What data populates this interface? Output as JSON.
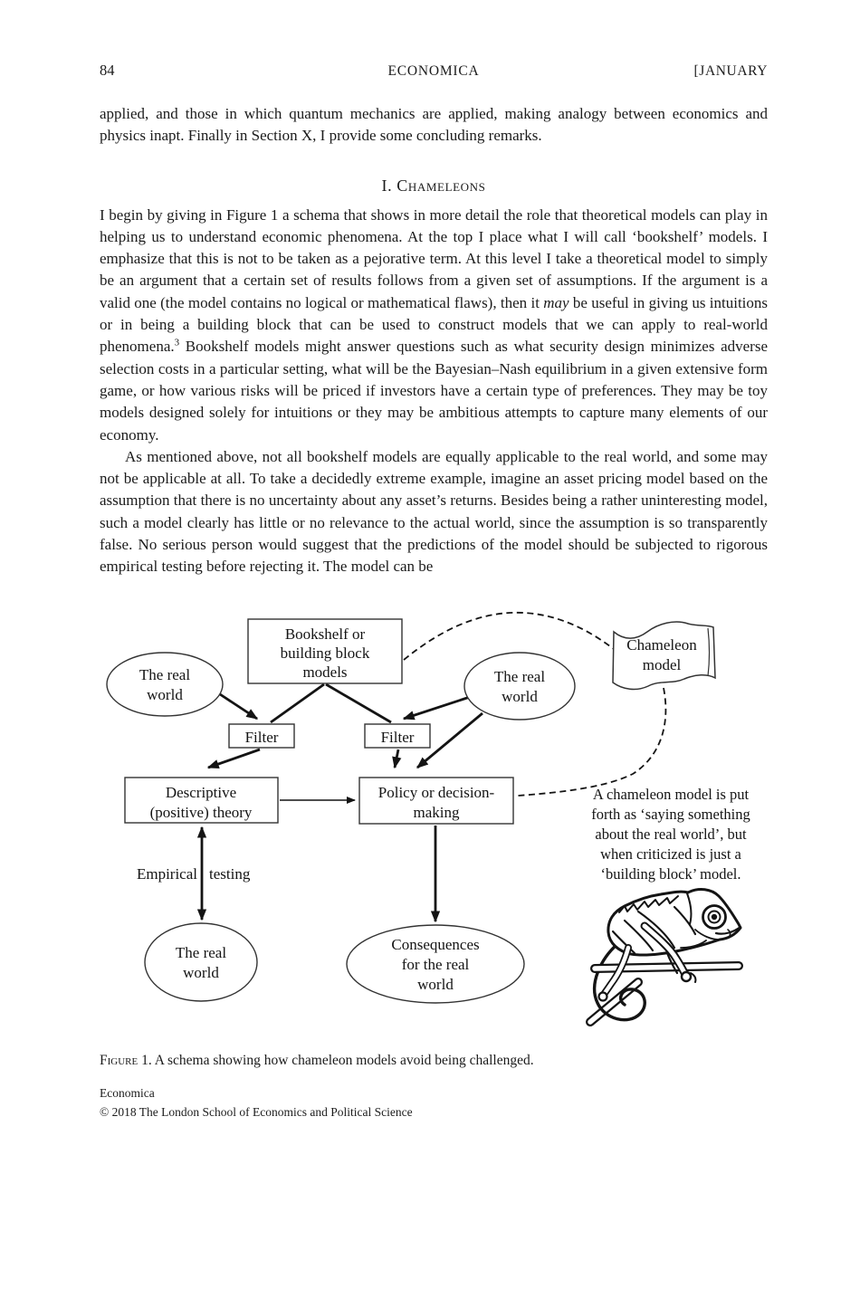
{
  "header": {
    "page_number": "84",
    "journal_name": "ECONOMICA",
    "issue_label": "[JANUARY"
  },
  "paragraphs": {
    "p0": "applied, and those in which quantum mechanics are applied, making analogy between economics and physics inapt. Finally in Section X, I provide some concluding remarks.",
    "section_heading": "I. Chameleons",
    "p1_part1": "I begin by giving in Figure 1 a schema that shows in more detail the role that theoretical models can play in helping us to understand economic phenomena. At the top I place what I will call ‘bookshelf’ models. I emphasize that this is not to be taken as a pejorative term. At this level I take a theoretical model to simply be an argument that a certain set of results follows from a given set of assumptions. If the argument is a valid one (the model contains no logical or mathematical flaws), then it ",
    "p1_italic": "may",
    "p1_part2": " be useful in giving us intuitions or in being a building block that can be used to construct models that we can apply to real-world phenomena.",
    "p1_footnote": "3",
    "p1_part3": " Bookshelf models might answer questions such as what security design minimizes adverse selection costs in a particular setting, what will be the Bayesian–Nash equilibrium in a given extensive form game, or how various risks will be priced if investors have a certain type of preferences. They may be toy models designed solely for intuitions or they may be ambitious attempts to capture many elements of our economy.",
    "p2": "As mentioned above, not all bookshelf models are equally applicable to the real world, and some may not be applicable at all. To take a decidedly extreme example, imagine an asset pricing model based on the assumption that there is no uncertainty about any asset’s returns. Besides being a rather uninteresting model, such a model clearly has little or no relevance to the actual world, since the assumption is so transparently false. No serious person would suggest that the predictions of the model should be subjected to rigorous empirical testing before rejecting it. The model can be"
  },
  "figure": {
    "bookshelf_box": {
      "line1": "Bookshelf or",
      "line2": "building block",
      "line3": "models"
    },
    "real_world": {
      "line1": "The real",
      "line2": "world"
    },
    "filter_label": "Filter",
    "chameleon_banner": {
      "line1": "Chameleon",
      "line2": "model"
    },
    "descriptive_box": {
      "line1": "Descriptive",
      "line2": "(positive) theory"
    },
    "policy_box": {
      "line1": "Policy or decision-",
      "line2": "making"
    },
    "empirical_testing": {
      "left": "Empirical",
      "right": "testing"
    },
    "consequences": {
      "line1": "Consequences",
      "line2": "for the real",
      "line3": "world"
    },
    "annotation": {
      "line1": "A chameleon model is put",
      "line2": "forth as ‘saying something",
      "line3": "about the real world’, but",
      "line4": "when criticized is just a",
      "line5": "‘building block’ model."
    },
    "caption_label": "Figure",
    "caption_rest": " 1. A schema showing how chameleon models avoid being challenged."
  },
  "footer": {
    "journal_name": "Economica",
    "copyright": "© 2018 The London School of Economics and Political Science"
  }
}
